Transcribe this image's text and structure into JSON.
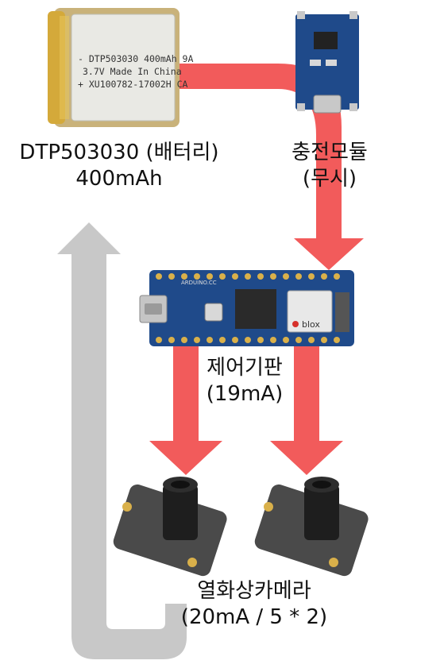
{
  "battery": {
    "name": "DTP503030 (배터리)",
    "capacity": "400mAh",
    "print_line1": "- DTP503030 400mAh 9A",
    "print_line2": "3.7V Made In China",
    "print_line3": "+ XU100782-17002H CA"
  },
  "charger": {
    "name": "충전모듈",
    "note": "(무시)"
  },
  "board": {
    "name": "제어기판",
    "current": "(19mA)",
    "silk_text": "ARDUINO.CC",
    "module_brand": "blox"
  },
  "cameras": {
    "name": "열화상카메라",
    "current": "(20mA / 5 * 2)"
  },
  "colors": {
    "power_arrow": "#f25b5b",
    "return_arrow": "#c8c8c8",
    "pcb_blue": "#1f4a8a",
    "battery_gold": "#d4a93a",
    "camera_pcb": "#4a4a4a"
  }
}
